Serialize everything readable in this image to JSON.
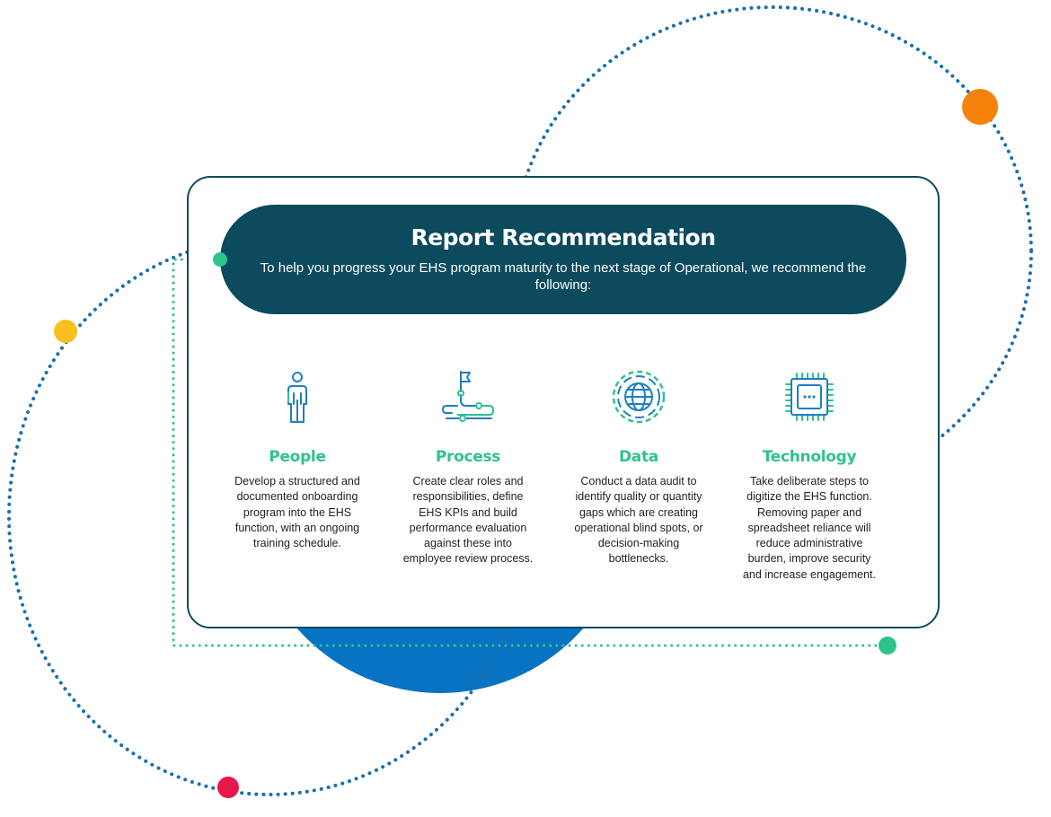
{
  "banner": {
    "title": "Report Recommendation",
    "subtitle": "To help you progress your EHS program maturity to the next stage of Operational, we recommend the following:"
  },
  "columns": [
    {
      "icon": "person-icon",
      "heading": "People",
      "body": "Develop a structured and documented onboarding program into the EHS function, with an ongoing training schedule."
    },
    {
      "icon": "flag-path-icon",
      "heading": "Process",
      "body": "Create clear roles and responsibilities, define EHS KPIs and build performance evaluation against these into employee review process."
    },
    {
      "icon": "globe-icon",
      "heading": "Data",
      "body": "Conduct a data audit to identify quality or quantity gaps which are creating operational blind spots, or decision-making bottlenecks."
    },
    {
      "icon": "chip-icon",
      "heading": "Technology",
      "body": "Take deliberate steps to digitize the EHS function. Removing paper and spreadsheet reliance will reduce administrative burden, improve security and increase engagement."
    }
  ],
  "colors": {
    "navy": "#0c4a5e",
    "green": "#2fc38c",
    "blue": "#0873c2",
    "dotted_blue": "#1a6fae",
    "orange": "#f5820b",
    "yellow": "#f7c01e",
    "pink": "#e8174b"
  }
}
